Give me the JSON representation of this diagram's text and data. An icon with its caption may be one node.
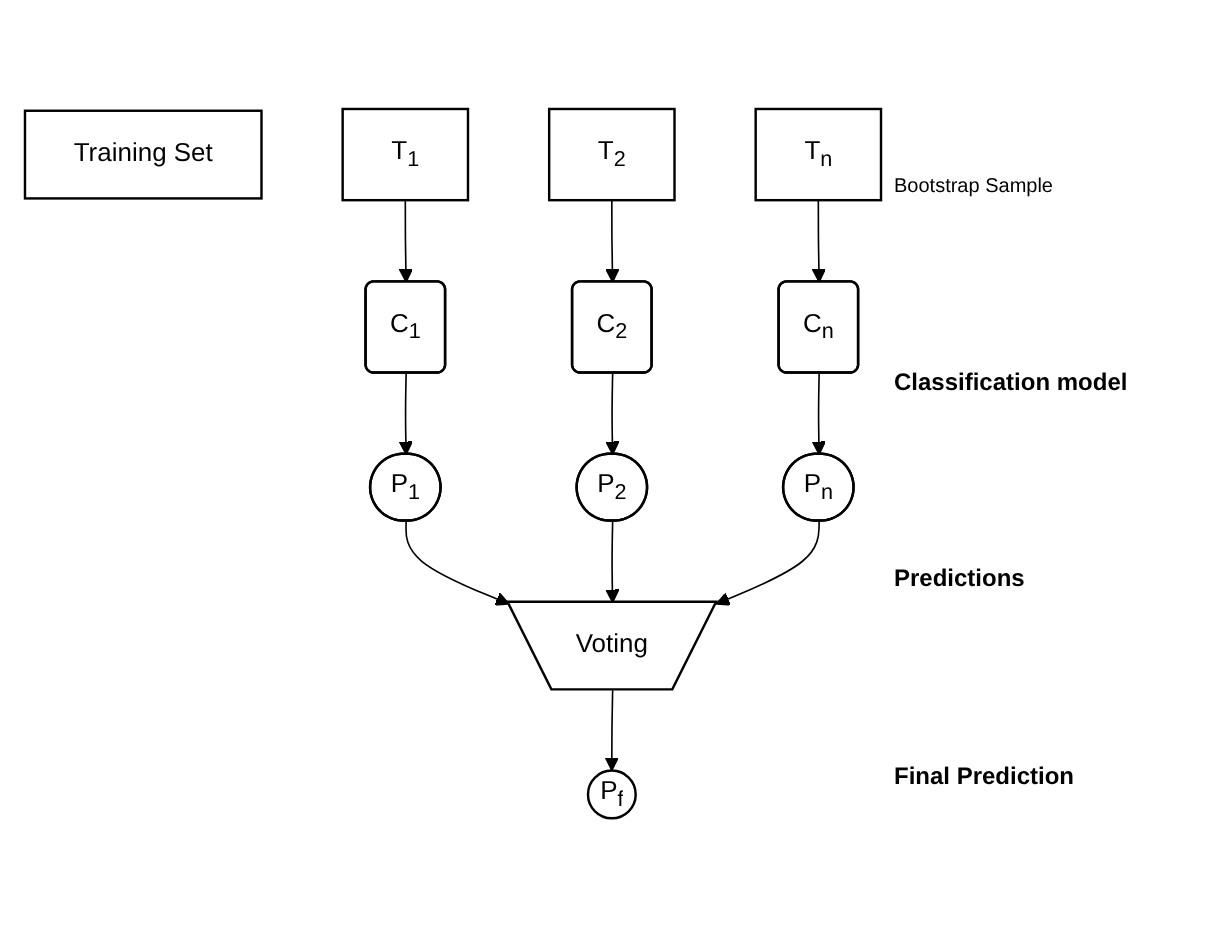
{
  "diagram": {
    "nodes": [
      {
        "text": [
          "Training Set"
        ]
      },
      {
        "text": [
          "T$_{1}$"
        ]
      },
      {
        "text": [
          "T$_{2}$"
        ]
      },
      {
        "text": [
          "T$_{n}$"
        ]
      },
      {
        "text": [
          "C$_{1}$"
        ]
      },
      {
        "text": [
          "C$_{2}$"
        ]
      },
      {
        "text": [
          "C$_{n}$"
        ]
      },
      {
        "text": [
          "P$_{1}$"
        ]
      },
      {
        "text": [
          "P$_{2}$"
        ]
      },
      {
        "text": [
          "P$_{n}$"
        ]
      },
      {
        "text": [
          "Voting"
        ]
      },
      {
        "text": [
          "P$_{f}$"
        ]
      }
    ],
    "edges": [
      {
        "from": 1,
        "to": 4,
        "arrow": "to"
      },
      {
        "from": 2,
        "to": 5,
        "arrow": "to"
      },
      {
        "from": 3,
        "to": 6,
        "arrow": "to"
      },
      {
        "from": 4,
        "to": 7,
        "arrow": "to"
      },
      {
        "from": 5,
        "to": 8,
        "arrow": "to"
      },
      {
        "from": 6,
        "to": 9,
        "arrow": "to"
      },
      {
        "from": 7,
        "to": 10,
        "arrow": "to"
      },
      {
        "from": 8,
        "to": 10,
        "arrow": "to"
      },
      {
        "from": 9,
        "to": 10,
        "arrow": "to"
      },
      {
        "from": 10,
        "to": 11,
        "arrow": "to"
      }
    ],
    "labels": [
      "Bootstrap Sample",
      "Classification model",
      "Predictions",
      "Final Prediction"
    ]
  }
}
